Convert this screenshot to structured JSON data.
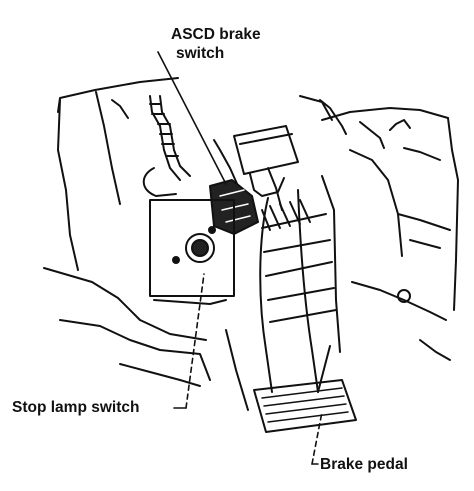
{
  "labels": {
    "asc_brake_switch_line1": "ASCD brake",
    "asc_brake_switch_line2": "switch",
    "stop_lamp_switch": "Stop lamp switch",
    "brake_pedal": "Brake pedal"
  },
  "colors": {
    "line": "#111111",
    "background": "#ffffff"
  }
}
